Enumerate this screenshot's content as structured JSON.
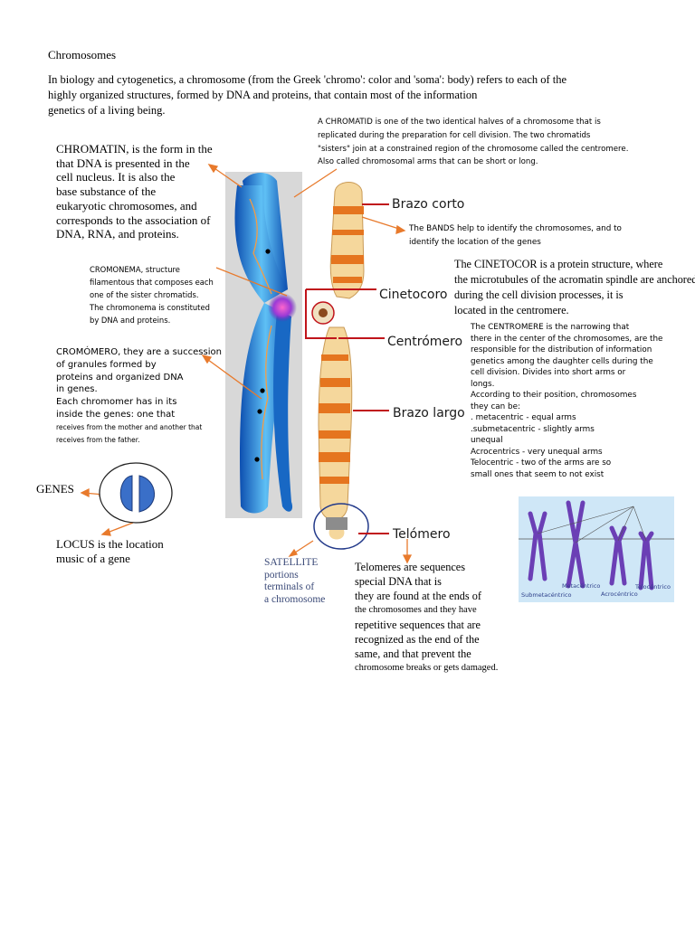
{
  "title": "Chromosomes",
  "intro": [
    "In biology and cytogenetics, a chromosome (from the Greek 'chromo': color and 'soma': body) refers to each of the",
    "highly organized structures, formed by DNA and proteins, that contain most of the information",
    "genetics of a living being."
  ],
  "chromatid": [
    "A CHROMATID is one of the two identical halves of a chromosome that is",
    "replicated during the preparation for cell division. The two chromatids",
    "\"sisters\" join at a constrained region of the chromosome called the centromere.",
    "Also called chromosomal arms that can be short or long."
  ],
  "chromatin": [
    "CHROMATIN, is the form in the",
    "that DNA is presented in the",
    "cell nucleus. It is also the",
    "base substance of the",
    "eukaryotic chromosomes, and",
    "corresponds to the association of",
    "DNA, RNA, and proteins."
  ],
  "bands": [
    "The BANDS help to identify the chromosomes, and to",
    "identify the location of the genes"
  ],
  "cinetocor": [
    "The CINETOCOR is a protein structure, where",
    "the microtubules of the acromatin spindle are anchored",
    "during the cell division processes, it is",
    "located in the centromere."
  ],
  "cromonema": [
    "CROMONEMA, structure",
    "filamentous that composes each",
    "one of the sister chromatids.",
    "The chromonema is constituted",
    "by DNA and proteins."
  ],
  "centromere": [
    "The CENTROMERE is the narrowing that",
    "there in the center of the chromosomes, are the",
    "responsible for the distribution of information",
    "genetics among the daughter cells during the",
    "cell division. Divides into short arms or",
    "longs.",
    "According to their position, chromosomes",
    "they can be:",
    ". metacentric - equal arms",
    ".submetacentric - slightly arms",
    "unequal",
    "Acrocentrics - very unequal arms",
    "Telocentric - two of the arms are so",
    "small ones that seem to not exist"
  ],
  "cromomero": [
    "CROMÓMERO, they are a succession",
    "of granules formed by",
    "proteins and organized DNA",
    "in genes.",
    "Each chromomer has in its",
    "inside the genes: one that"
  ],
  "cromomero_small": [
    "receives from the mother and another that",
    "receives from the father."
  ],
  "genes": "GENES",
  "locus": [
    "LOCUS is the location",
    "music of a gene"
  ],
  "satellite": [
    "SATELLITE",
    "portions",
    "terminals of",
    "a chromosome"
  ],
  "telomeres": [
    "Telomeres are sequences",
    "special DNA that is",
    "they are found at the ends of"
  ],
  "telomeres_small1": "the chromosomes and they have",
  "telomeres_more": [
    "repetitive sequences that are",
    "recognized as the end of the",
    "same, and that prevent the"
  ],
  "telomeres_small2": "chromosome breaks or gets damaged.",
  "diagram_labels": {
    "brazo_corto": "Brazo corto",
    "cinetocoro": "Cinetocoro",
    "centromero": "Centrómero",
    "brazo_largo": "Brazo largo",
    "telomero": "Telómero"
  },
  "inset_labels": {
    "metacentrico": "Metacéntrico",
    "submetacentrico": "Submetacéntrico",
    "acrocentrico": "Acrocéntrico",
    "telocentrico": "Telocéntrico"
  },
  "colors": {
    "arrow": "#e87a2c",
    "dna_blue": "#1f86d6",
    "band_orange": "#e5751f",
    "chromosome_cream": "#f5d79c",
    "pointer_red": "#c0141b",
    "inset_bg": "#cfe7f7",
    "inset_purple": "#6b3fb5",
    "nucleus_blue": "#3a6fc8"
  }
}
